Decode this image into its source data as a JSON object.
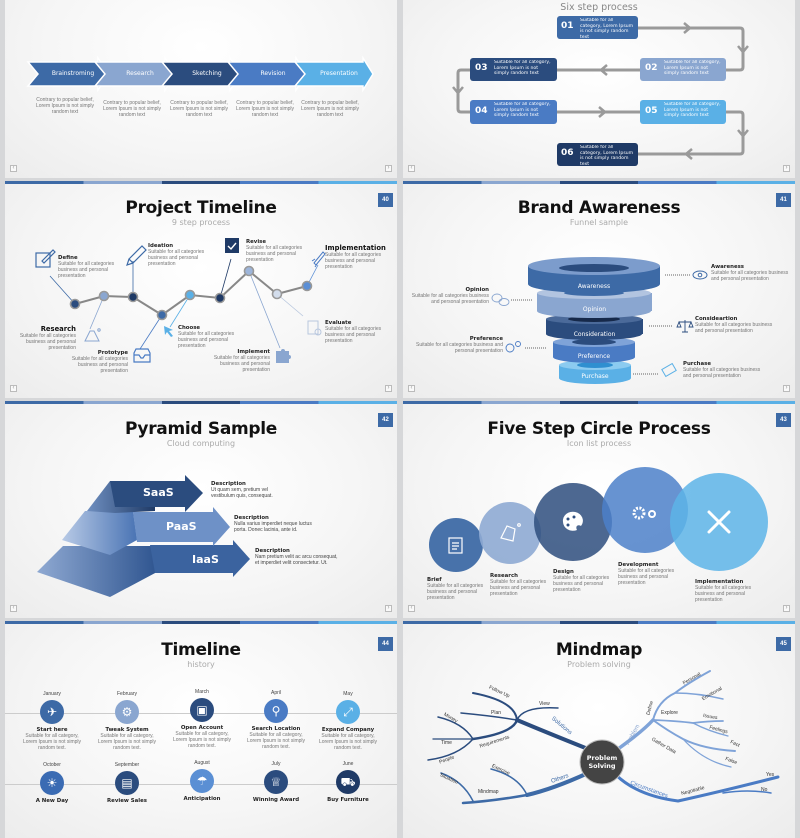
{
  "colors": {
    "blue": "#3d6aa6",
    "light": "#8aa6d0",
    "dark": "#2b4c7e",
    "mid": "#4a7bc4",
    "sky": "#5ab0e6",
    "navy": "#1f3a66"
  },
  "nav": {
    "prev": "‹",
    "next": "›"
  },
  "process_arrows": {
    "steps": [
      {
        "label": "Brainstroming",
        "desc": "Contrary to popular belief, Lorem Ipsum is not simply random text"
      },
      {
        "label": "Research",
        "desc": "Contrary to popular belief, Lorem Ipsum is not simply random text"
      },
      {
        "label": "Sketching",
        "desc": "Contrary to popular belief, Lorem Ipsum is not simply random text"
      },
      {
        "label": "Revision",
        "desc": "Contrary to popular belief, Lorem Ipsum is not simply random text"
      },
      {
        "label": "Presentation",
        "desc": "Contrary to popular belief, Lorem Ipsum is not simply random text"
      }
    ]
  },
  "six_step": {
    "subtitle": "Six step process",
    "steps": [
      {
        "num": "01",
        "text": "Suitable for all category, Lorem Ipsum is not simply random text"
      },
      {
        "num": "02",
        "text": "Suitable for all category, Lorem Ipsum is not simply random text"
      },
      {
        "num": "03",
        "text": "Suitable for all category, Lorem Ipsum is not simply random text"
      },
      {
        "num": "04",
        "text": "Suitable for all category, Lorem Ipsum is not simply random text"
      },
      {
        "num": "05",
        "text": "Suitable for all category, Lorem Ipsum is not simply random text"
      },
      {
        "num": "06",
        "text": "Suitable for all category, Lorem Ipsum is not simply random text"
      }
    ]
  },
  "project_timeline": {
    "number": "40",
    "title": "Project Timeline",
    "subtitle": "9 step process",
    "steps": [
      {
        "title": "Define",
        "desc": "Suitable for all categories business and personal presentation"
      },
      {
        "title": "Research",
        "desc": "Suitable for all categories business and personal presentation"
      },
      {
        "title": "Ideation",
        "desc": "Suitable for all categories business and personal presentation"
      },
      {
        "title": "Prototype",
        "desc": "Suitable for all categories business and personal presentation"
      },
      {
        "title": "Choose",
        "desc": "Suitable for all categories business and personal presentation"
      },
      {
        "title": "Revise",
        "desc": "Suitable for all categories business and personal presentation"
      },
      {
        "title": "Implement",
        "desc": "Suitable for all categories business and personal presentation"
      },
      {
        "title": "Evaluate",
        "desc": "Suitable for all categories business and personal presentation"
      },
      {
        "title": "Implementation",
        "desc": "Suitable for all categories business and personal presentation"
      }
    ]
  },
  "brand_awareness": {
    "number": "41",
    "title": "Brand Awareness",
    "subtitle": "Funnel sample",
    "layers": [
      "Awareness",
      "Opinion",
      "Consideration",
      "Preference",
      "Purchase"
    ],
    "notes": [
      {
        "title": "Awareness",
        "desc": "Suitable for all categories business and personal presentation"
      },
      {
        "title": "Opinion",
        "desc": "Suitable for all categories business and personal presentation"
      },
      {
        "title": "Consideartion",
        "desc": "Suitable for all categories business and personal presentation"
      },
      {
        "title": "Preference",
        "desc": "Suitable for all categories business and personal presentation"
      },
      {
        "title": "Purchase",
        "desc": "Suitable for all categories business and personal presentation"
      }
    ]
  },
  "pyramid": {
    "number": "42",
    "title": "Pyramid Sample",
    "subtitle": "Cloud computing",
    "tiers": [
      {
        "label": "SaaS",
        "heading": "Description",
        "desc": "Ut quam sem, pretium vel vestibulum quis, consequat."
      },
      {
        "label": "PaaS",
        "heading": "Description",
        "desc": "Nulla varius imperdiet neque luctus porta. Donec lacinia, ante id."
      },
      {
        "label": "IaaS",
        "heading": "Description",
        "desc": "Nam pretium velit ac arcu consequat, et imperdiet velit consectetur. Ut."
      }
    ]
  },
  "five_circle": {
    "number": "43",
    "title": "Five Step Circle Process",
    "subtitle": "Icon list process",
    "steps": [
      {
        "title": "Brief",
        "desc": "Suitable for all categories business and personal presentation"
      },
      {
        "title": "Research",
        "desc": "Suitable for all categories business and personal presentation"
      },
      {
        "title": "Design",
        "desc": "Suitable for all categories business and personal presentation"
      },
      {
        "title": "Development",
        "desc": "Suitable for all categories business and personal presentation"
      },
      {
        "title": "Implementation",
        "desc": "Suitable for all categories business and personal presentation"
      }
    ]
  },
  "timeline": {
    "number": "44",
    "title": "Timeline",
    "subtitle": "history",
    "row1": [
      {
        "month": "January",
        "title": "Start here",
        "desc": "Suitable for all category, Lorem Ipsum is not simply random text.",
        "icon": "✈"
      },
      {
        "month": "February",
        "title": "Tweak System",
        "desc": "Suitable for all category, Lorem Ipsum is not simply random text.",
        "icon": "⚙"
      },
      {
        "month": "March",
        "title": "Open Account",
        "desc": "Suitable for all category, Lorem Ipsum is not simply random text.",
        "icon": "▣"
      },
      {
        "month": "April",
        "title": "Search Location",
        "desc": "Suitable for all category, Lorem Ipsum is not simply random text.",
        "icon": "⚲"
      },
      {
        "month": "May",
        "title": "Expand Company",
        "desc": "Suitable for all category, Lorem Ipsum is not simply random text.",
        "icon": "⤢"
      }
    ],
    "row2": [
      {
        "month": "October",
        "title": "A New Day",
        "icon": "☀"
      },
      {
        "month": "September",
        "title": "Review Sales",
        "icon": "▤"
      },
      {
        "month": "August",
        "title": "Anticipation",
        "icon": "☂"
      },
      {
        "month": "July",
        "title": "Winning Award",
        "icon": "♕"
      },
      {
        "month": "June",
        "title": "Buy Furniture",
        "icon": "⛟"
      }
    ]
  },
  "mindmap": {
    "number": "45",
    "title": "Mindmap",
    "subtitle": "Problem solving",
    "center": "Problem Solving",
    "branches": {
      "solutions": "Solutions",
      "follow_up": "Follow Up",
      "view": "View",
      "plan": "Plan",
      "requirements": "Requirements",
      "money": "Money",
      "time": "Time",
      "people": "People",
      "others": "Others",
      "exercise": "Exercise",
      "situation": "Situation",
      "mindmap": "Mindmap",
      "problem": "Problem",
      "define": "Define",
      "personal": "Personal",
      "emotional": "Emotional",
      "explore": "Explore",
      "issues": "Issues",
      "feelings": "Feelings",
      "gather_data": "Gather Data",
      "fact": "Fact",
      "false": "False",
      "circumstances": "Circumstances",
      "negotiable": "Negotiable",
      "yes": "Yes",
      "no": "No"
    }
  }
}
